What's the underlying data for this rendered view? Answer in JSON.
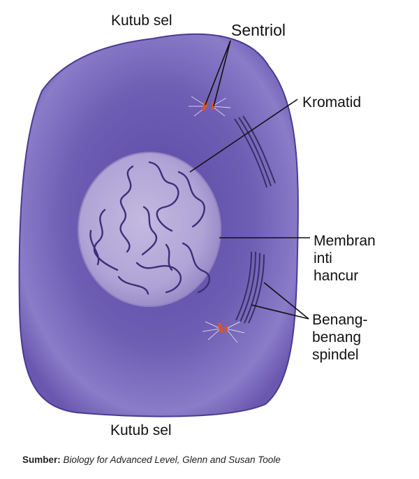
{
  "labels": {
    "pole_top": "Kutub sel",
    "pole_bottom": "Kutub sel",
    "centriole": "Sentriol",
    "chromatid": "Kromatid",
    "nuclear_membrane": [
      "Membran",
      "inti",
      "hancur"
    ],
    "spindle_fibers": [
      "Benang-",
      "benang",
      "spindel"
    ]
  },
  "source": {
    "prefix": "Sumber:",
    "citation": "Biology for Advanced Level, Glenn and Susan Toole"
  },
  "colors": {
    "cell_fill": "#6f5fb0",
    "cell_edge": "#4a3b92",
    "nucleus_fill": "#b6abd8",
    "chromatin": "#3b2f78",
    "centriole": "#d9542a",
    "spindle": "#3a2e66",
    "pointer_line": "#111111"
  }
}
